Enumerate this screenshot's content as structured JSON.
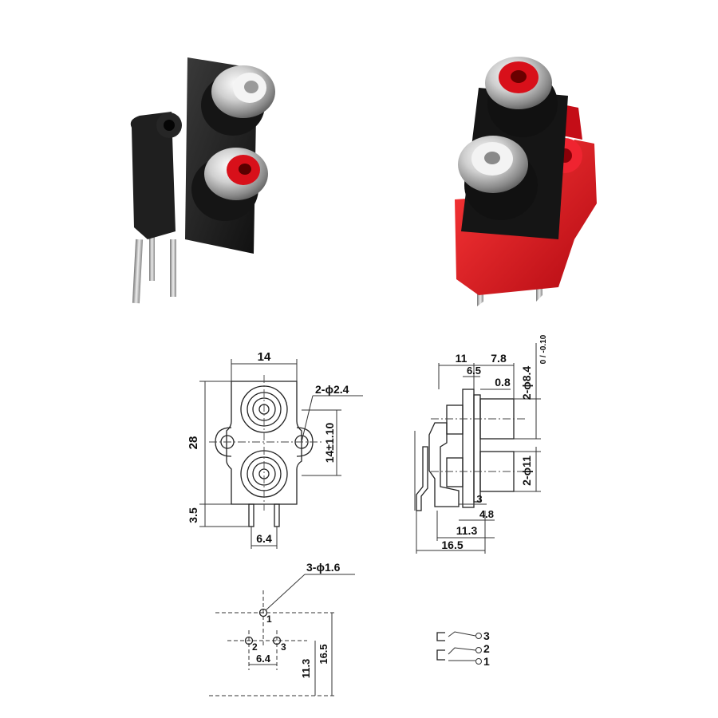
{
  "colors": {
    "housing_black": "#1b1b1b",
    "housing_red": "#e0141e",
    "metal": "#c9c9c9",
    "insert_red": "#d8101a",
    "insert_white": "#f3f3f3",
    "line": "#222222"
  },
  "front_view": {
    "width": "14",
    "height": "28",
    "holes": "2-ϕ2.4",
    "hole_spacing": "14±1.10",
    "pin_length": "3.5",
    "pin_spacing": "6.4"
  },
  "side_view": {
    "d11": "11",
    "d7_8": "7.8",
    "d6_5": "6.5",
    "d0_8": "0.8",
    "d8_4": "2-ϕ8.4",
    "tol": "0 / -0.10",
    "d11b": "2-ϕ11",
    "d3": "3",
    "d4_8": "4.8",
    "d11_3": "11.3",
    "d16_5": "16.5"
  },
  "pcb_layout": {
    "holes": "3-ϕ1.6",
    "pin1": "1",
    "pin2": "2",
    "pin3": "3",
    "pin_spacing": "6.4",
    "v1": "11.3",
    "v2": "16.5"
  },
  "schematic": {
    "pin3": "3",
    "pin2": "2",
    "pin1": "1"
  }
}
